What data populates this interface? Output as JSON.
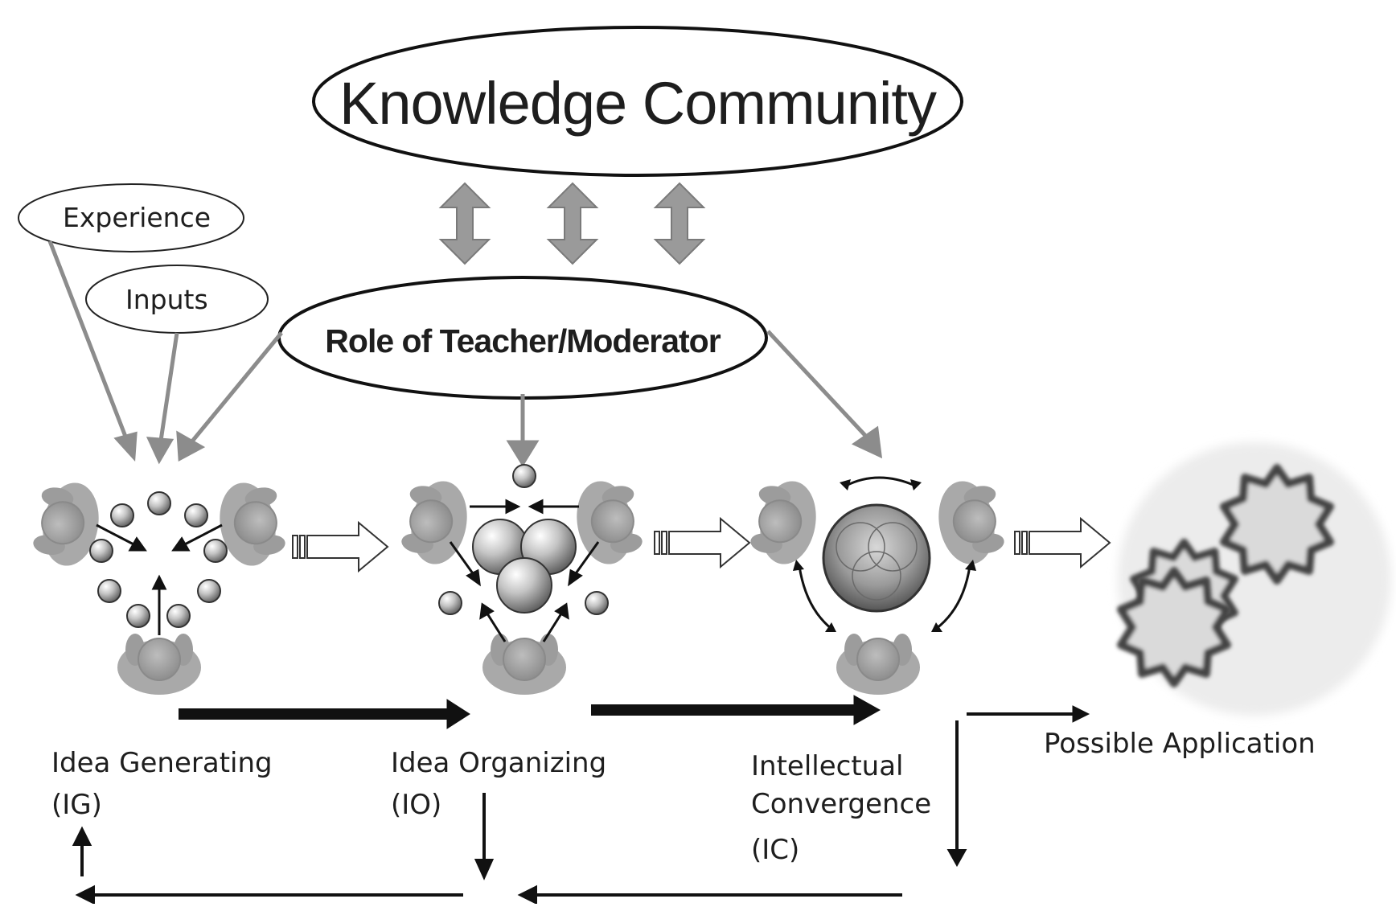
{
  "title": "Knowledge Community",
  "moderator": "Role of Teacher/Moderator",
  "inputs": {
    "experience": "Experience",
    "inputs": "Inputs"
  },
  "stages": [
    {
      "name": "Idea Generating",
      "abbr": "(IG)"
    },
    {
      "name": "Idea Organizing",
      "abbr": "(IO)"
    },
    {
      "name": "Intellectual\nConvergence",
      "abbr": "(IC)"
    }
  ],
  "outcome": "Possible Application",
  "colors": {
    "ink": "#111111",
    "gray_arrow": "#8c8c8c",
    "person": "#a8a8a8",
    "ball": "#9a9a9a",
    "background": "#ffffff"
  }
}
